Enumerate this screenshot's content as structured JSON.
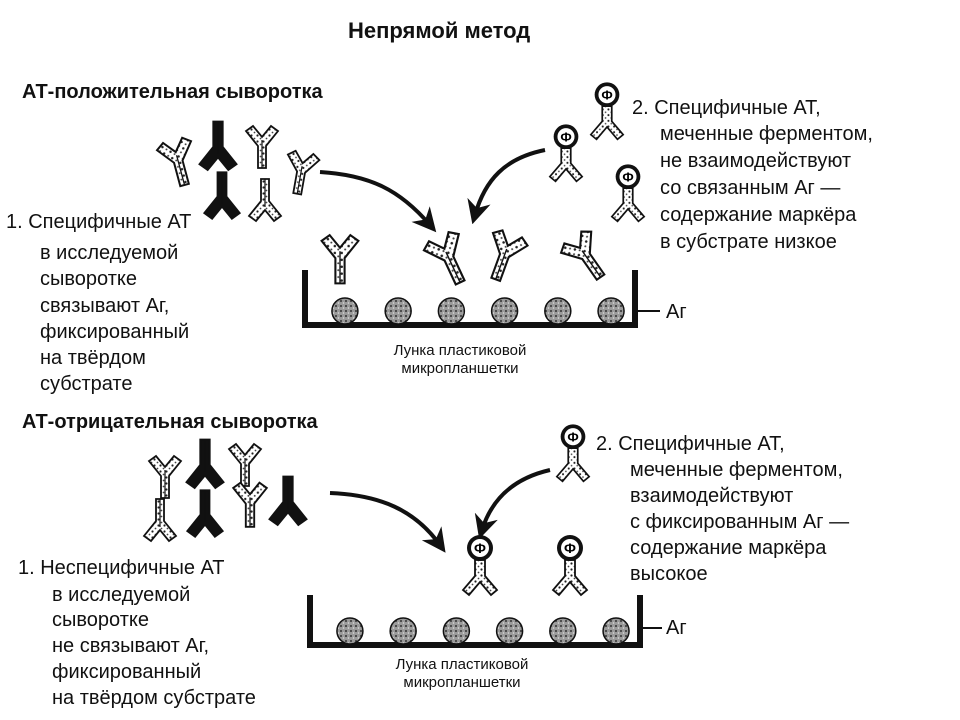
{
  "title": "Непрямой метод",
  "top": {
    "heading": "АТ-положительная сыворотка",
    "step1": [
      "1. Специфичные АТ",
      "в исследуемой",
      "сыворотке",
      "связывают Аг,",
      "фиксированный",
      "на твёрдом",
      "субстрате"
    ],
    "step2": [
      "2. Специфичные АТ,",
      "меченные ферментом,",
      "не взаимодействуют",
      "со связанным Аг —",
      "содержание маркёра",
      "в субстрате низкое"
    ],
    "antigen_label": "Аг",
    "well_label": [
      "Лунка пластиковой",
      "микропланшетки"
    ],
    "enzyme_letter": "Ф"
  },
  "bottom": {
    "heading": "АТ-отрицательная сыворотка",
    "step1": [
      "1. Неспецифичные АТ",
      "в исследуемой",
      "сыворотке",
      "не связывают Аг,",
      "фиксированный",
      "на твёрдом субстрате"
    ],
    "step2": [
      "2. Специфичные АТ,",
      "меченные ферментом,",
      "взаимодействуют",
      "с фиксированным Аг —",
      "содержание маркёра",
      "высокое"
    ],
    "antigen_label": "Аг",
    "well_label": [
      "Лунка пластиковой",
      "микропланшетки"
    ],
    "enzyme_letter": "Ф"
  }
}
